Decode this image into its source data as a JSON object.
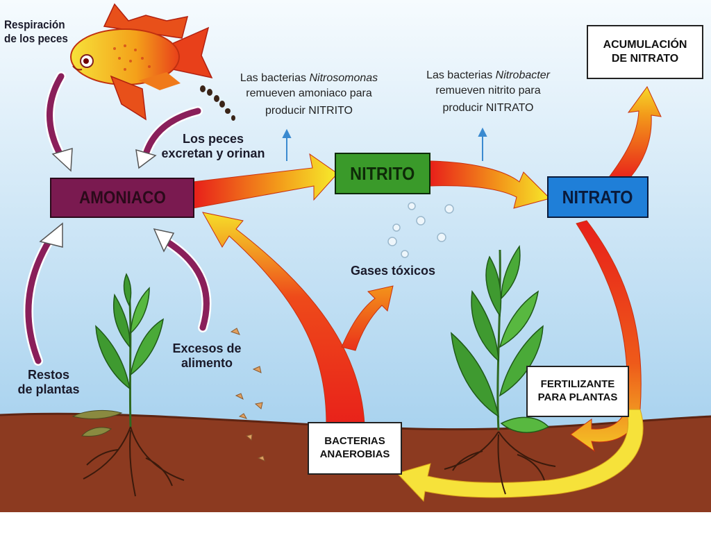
{
  "nodes": {
    "amoniaco": {
      "label": "AMONIACO",
      "color": "#7a1a50",
      "text_color": "#2a0a1a"
    },
    "nitrito": {
      "label": "NITRITO",
      "color": "#3a9a2a",
      "text_color": "#0e2a08"
    },
    "nitrato": {
      "label": "NITRATO",
      "color": "#1f7fd8",
      "text_color": "#0a1a3a"
    }
  },
  "boxes": {
    "acumulacion": {
      "line1": "ACUMULACIÓN",
      "line2": "DE NITRATO"
    },
    "bacterias_anaerobias": {
      "line1": "BACTERIAS",
      "line2": "ANAEROBIAS"
    },
    "fertilizante": {
      "line1": "FERTILIZANTE",
      "line2": "PARA PLANTAS"
    }
  },
  "labels": {
    "respiracion": {
      "line1": "Respiración",
      "line2": "de los peces"
    },
    "peces_excretan": {
      "line1": "Los peces",
      "line2": "excretan y orinan"
    },
    "nitrosomonas": {
      "pre": "Las bacterias ",
      "italic": "Nitrosomonas",
      "line2": "remueven amoniaco para",
      "line3": "producir NITRITO"
    },
    "nitrobacter": {
      "pre": "Las bacterias ",
      "italic": "Nitrobacter",
      "line2": "remueven nitrito para",
      "line3": "producir NITRATO"
    },
    "gases_toxicos": "Gases tóxicos",
    "excesos_alimento": {
      "line1": "Excesos de",
      "line2": "alimento"
    },
    "restos_plantas": {
      "line1": "Restos",
      "line2": "de plantas"
    }
  },
  "colors": {
    "water_top": "#f4fafe",
    "water_bottom": "#a9d3ee",
    "soil": "#8c3a20",
    "arrow_red": "#e8201a",
    "arrow_orange": "#f39a1a",
    "arrow_yellow": "#f6e62a",
    "purple_arrow": "#8a1f5a",
    "plant_green": "#3f9a30"
  },
  "icons": [
    "fish-icon",
    "plant-icon",
    "bubble-icon",
    "food-flake-icon"
  ]
}
